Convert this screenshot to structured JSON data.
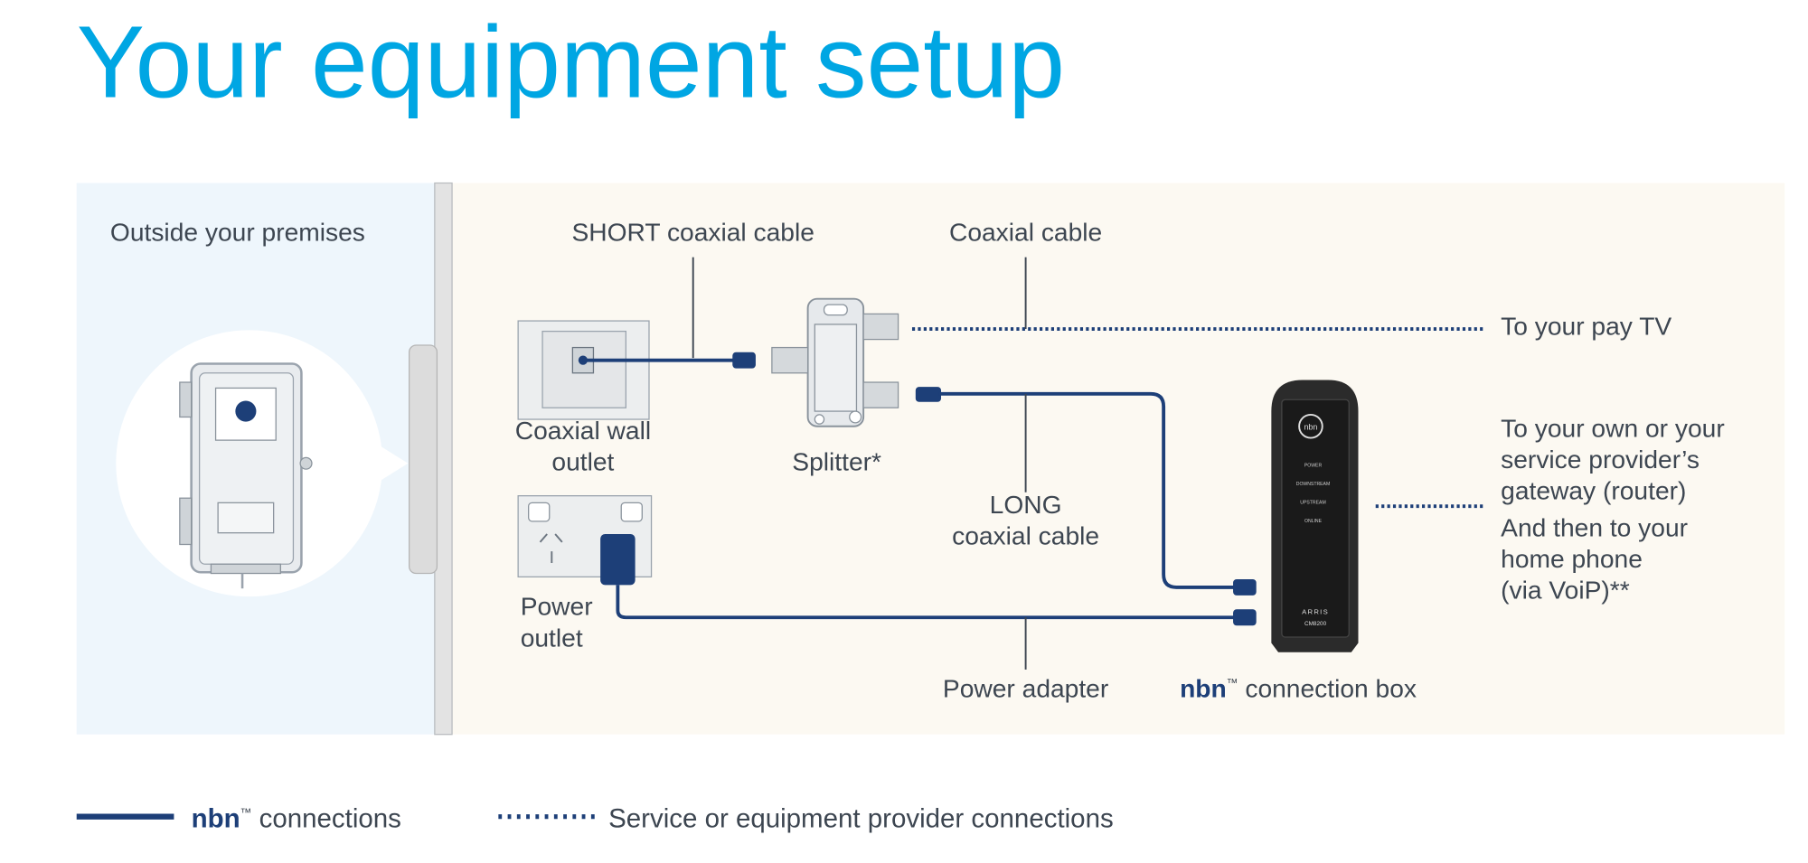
{
  "title": "Your equipment setup",
  "colors": {
    "title": "#00a6e3",
    "nbn_connection": "#1d3f78",
    "outside_panel": "#eef6fc",
    "inside_panel": "#fcf9f2",
    "device": "#2b2b2b"
  },
  "labels": {
    "outside": "Outside your premises",
    "short_cable": "SHORT coaxial cable",
    "coax_cable": "Coaxial cable",
    "pay_tv": "To your pay TV",
    "wall_outlet_1": "Coaxial wall",
    "wall_outlet_2": "outlet",
    "splitter": "Splitter*",
    "long_cable_1": "LONG",
    "long_cable_2": "coaxial cable",
    "power_outlet_1": "Power",
    "power_outlet_2": "outlet",
    "power_adapter": "Power adapter",
    "connection_box_brand": "nbn",
    "connection_box_tm": "™",
    "connection_box": " connection box",
    "gateway_1": "To your own or your",
    "gateway_2": "service provider’s",
    "gateway_3": "gateway (router)",
    "phone_1": "And then to your",
    "phone_2": "home phone",
    "phone_3": "(via VoiP)**"
  },
  "device": {
    "lights": [
      "POWER",
      "DOWNSTREAM",
      "UPSTREAM",
      "ONLINE"
    ],
    "brand": "ARRIS",
    "model": "CM8200",
    "logo_text": "nbn"
  },
  "legend": {
    "solid_brand": "nbn",
    "solid_tm": "™",
    "solid_label": " connections",
    "dotted_label": "Service or equipment provider connections"
  }
}
